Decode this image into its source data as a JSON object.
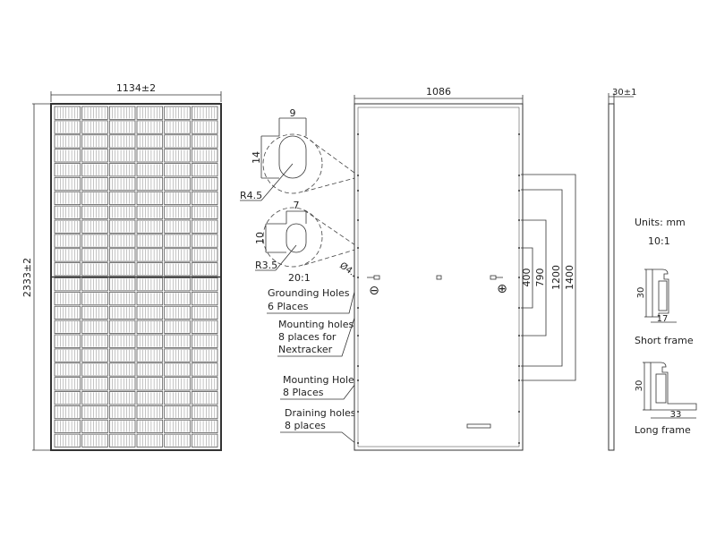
{
  "front_view": {
    "width_label": "1134±2",
    "height_label": "2333±2",
    "columns": 6,
    "rows": 24
  },
  "back_view": {
    "width_label": "1086",
    "dims": [
      "400",
      "790",
      "1200",
      "1400"
    ],
    "negative_symbol": "⊖",
    "positive_symbol": "⊕"
  },
  "detail": {
    "hole1": {
      "width": "9",
      "height": "14",
      "radius": "R4.5"
    },
    "hole2": {
      "width": "7",
      "height": "10",
      "radius": "R3.5"
    },
    "diameter": "Ø4.2",
    "scale": "20:1"
  },
  "callouts": {
    "grounding": [
      "Grounding Holes",
      "6 Places"
    ],
    "nextracker": [
      "Mounting holes",
      "8 places for",
      "Nextracker"
    ],
    "mounting": [
      "Mounting Holes",
      "8 Places"
    ],
    "draining": [
      "Draining holes",
      "8 places"
    ]
  },
  "side_view": {
    "thickness_label": "30±1"
  },
  "frames": {
    "units": "Units: mm",
    "scale": "10:1",
    "short": {
      "height": "30",
      "width": "17",
      "label": "Short frame"
    },
    "long": {
      "height": "30",
      "width": "33",
      "label": "Long frame"
    }
  }
}
